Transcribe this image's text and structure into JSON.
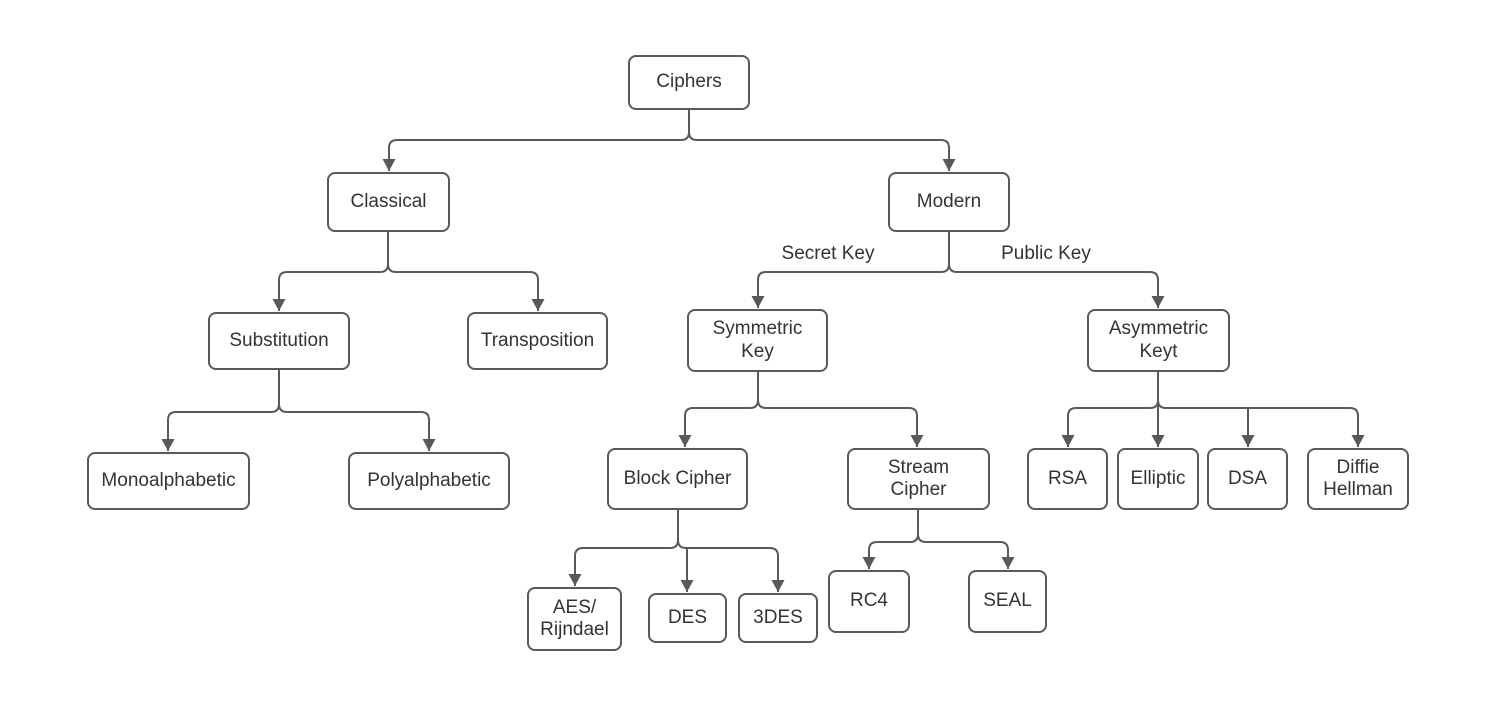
{
  "diagram": {
    "type": "tree",
    "colors": {
      "background": "#ffffff",
      "node_fill": "#ffffff",
      "node_border": "#595959",
      "line": "#595959",
      "text": "#333333"
    },
    "nodes": {
      "ciphers": {
        "label": "Ciphers"
      },
      "classical": {
        "label": "Classical"
      },
      "modern": {
        "label": "Modern"
      },
      "substitution": {
        "label": "Substitution"
      },
      "transposition": {
        "label": "Transposition"
      },
      "symmetric_key": {
        "label": "Symmetric\nKey"
      },
      "asymmetric_keyt": {
        "label": "Asymmetric\nKeyt"
      },
      "monoalphabetic": {
        "label": "Monoalphabetic"
      },
      "polyalphabetic": {
        "label": "Polyalphabetic"
      },
      "block_cipher": {
        "label": "Block Cipher"
      },
      "stream_cipher": {
        "label": "Stream\nCipher"
      },
      "rsa": {
        "label": "RSA"
      },
      "elliptic": {
        "label": "Elliptic"
      },
      "dsa": {
        "label": "DSA"
      },
      "diffie_hellman": {
        "label": "Diffie\nHellman"
      },
      "aes_rijndael": {
        "label": "AES/\nRijndael"
      },
      "des": {
        "label": "DES"
      },
      "3des": {
        "label": "3DES"
      },
      "rc4": {
        "label": "RC4"
      },
      "seal": {
        "label": "SEAL"
      }
    },
    "edge_labels": {
      "secret_key": "Secret Key",
      "public_key": "Public Key"
    },
    "edges": [
      {
        "from": "Ciphers",
        "to": "Classical"
      },
      {
        "from": "Ciphers",
        "to": "Modern"
      },
      {
        "from": "Classical",
        "to": "Substitution"
      },
      {
        "from": "Classical",
        "to": "Transposition"
      },
      {
        "from": "Modern",
        "to": "Symmetric Key",
        "label": "Secret Key"
      },
      {
        "from": "Modern",
        "to": "Asymmetric Keyt",
        "label": "Public Key"
      },
      {
        "from": "Substitution",
        "to": "Monoalphabetic"
      },
      {
        "from": "Substitution",
        "to": "Polyalphabetic"
      },
      {
        "from": "Symmetric Key",
        "to": "Block Cipher"
      },
      {
        "from": "Symmetric Key",
        "to": "Stream Cipher"
      },
      {
        "from": "Asymmetric Keyt",
        "to": "RSA"
      },
      {
        "from": "Asymmetric Keyt",
        "to": "Elliptic"
      },
      {
        "from": "Asymmetric Keyt",
        "to": "DSA"
      },
      {
        "from": "Asymmetric Keyt",
        "to": "Diffie Hellman"
      },
      {
        "from": "Block Cipher",
        "to": "AES/ Rijndael"
      },
      {
        "from": "Block Cipher",
        "to": "DES"
      },
      {
        "from": "Block Cipher",
        "to": "3DES"
      },
      {
        "from": "Stream Cipher",
        "to": "RC4"
      },
      {
        "from": "Stream Cipher",
        "to": "SEAL"
      }
    ]
  }
}
